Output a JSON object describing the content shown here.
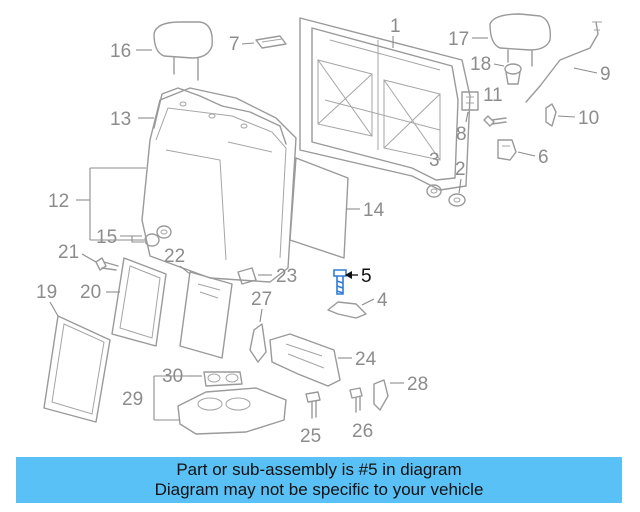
{
  "callouts": {
    "c1": "1",
    "c2": "2",
    "c3": "3",
    "c4": "4",
    "c5": "5",
    "c6": "6",
    "c7": "7",
    "c8": "8",
    "c9": "9",
    "c10": "10",
    "c11": "11",
    "c12": "12",
    "c13": "13",
    "c14": "14",
    "c15": "15",
    "c16": "16",
    "c17": "17",
    "c18": "18",
    "c19": "19",
    "c20": "20",
    "c21": "21",
    "c22": "22",
    "c23": "23",
    "c24": "24",
    "c25": "25",
    "c26": "26",
    "c27": "27",
    "c28": "28",
    "c29": "29",
    "c30": "30"
  },
  "banner": {
    "line1": "Part or sub-assembly is #5 in diagram",
    "line2": "Diagram may not be specific to your vehicle"
  },
  "colors": {
    "banner": "#5ac1f6",
    "highlight_part": "#2f7dd6",
    "line_art": "#9a9a9a"
  }
}
